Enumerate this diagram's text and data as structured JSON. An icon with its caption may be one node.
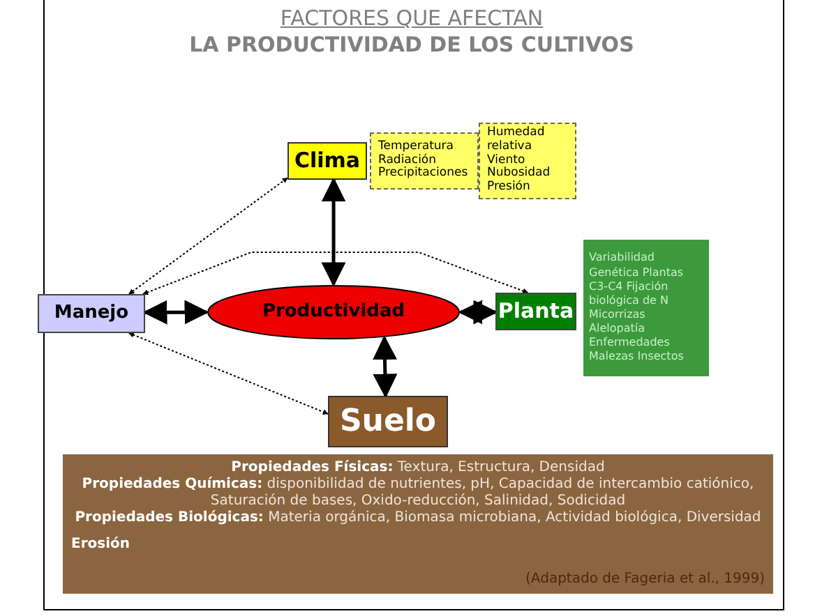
{
  "diagram": {
    "title": "FACTORES QUE AFECTAN **LA PRODUCTIVIDAD DE LOS CULTIVOS**",
    "nodes": [
      {
        "text": [
          "Clima"
        ]
      },
      {
        "text": [
          "Temperatura Radiación Precipitaciones"
        ]
      },
      {
        "text": [
          "Humedad relativa Viento Nubosidad Presión"
        ]
      },
      {
        "text": [
          "Manejo"
        ]
      },
      {
        "text": [
          "Productividad"
        ]
      },
      {
        "text": [
          "Planta"
        ]
      },
      {
        "text": [
          "Variabilidad Genética Plantas C3-C4 Fijación biológica de N Micorrizas Alelopatía Enfermedades Malezas Insectos"
        ]
      },
      {
        "text": [
          "Suelo"
        ]
      },
      {
        "text": [
          "**Propiedades Físicas:** Textura, Estructura, Densidad",
          "**Propiedades Químicas:** disponibilidad de nutrientes, pH, Capacidad de intercambio catiónico, Saturación de bases, Oxido-reducción, Salinidad, Sodicidad",
          "**Propiedades Biológicas:** Materia orgánica, Biomasa microbiana, Actividad biológica, Diversidad",
          "Erosión",
          "(Adaptado de Fageria et al., 1999)"
        ]
      }
    ],
    "edges": [
      {
        "from": 0,
        "to": 4,
        "arrow": "both"
      },
      {
        "from": 3,
        "to": 4,
        "arrow": "both"
      },
      {
        "from": 4,
        "to": 5,
        "arrow": "both"
      },
      {
        "from": 4,
        "to": 7,
        "arrow": "both"
      },
      {
        "from": 3,
        "to": 0,
        "arrow": "both",
        "style": "dashed"
      },
      {
        "from": 3,
        "to": 5,
        "arrow": "both",
        "style": "dashed"
      },
      {
        "from": 3,
        "to": 7,
        "arrow": "both",
        "style": "dashed"
      }
    ]
  }
}
